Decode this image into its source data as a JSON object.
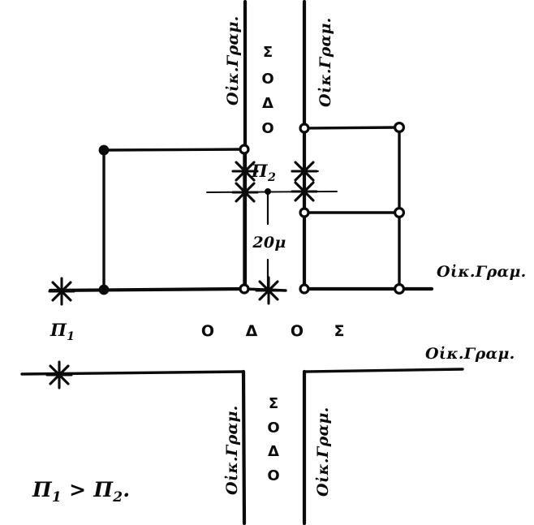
{
  "document": {
    "type": "hand-drawn surveying sketch",
    "language": "Greek",
    "background_color": "#ffffff",
    "ink_color": "#0b0b0b"
  },
  "labels": {
    "building_line": "Οἰκ.Γραμ.",
    "street_vertical_top": "ΟΔΟΣ",
    "street_vertical_bottom": "ΟΔΟΣ",
    "dimension_20m": "20μ",
    "point_pi1": "Π",
    "point_pi1_sub": "1",
    "point_pi2": "Π",
    "point_pi2_sub": "2",
    "formula_left": "Π",
    "formula_left_sub": "1",
    "formula_operator": ">",
    "formula_right": "Π",
    "formula_right_sub": "2",
    "formula_period": "."
  },
  "street_horizontal_letters": [
    "Ο",
    "Δ",
    "Ο",
    "Σ"
  ],
  "street_vertical_letters_top": [
    "Σ",
    "Ο",
    "Δ",
    "Ο"
  ],
  "street_vertical_letters_bottom": [
    "Σ",
    "Ο",
    "Δ",
    "Ο"
  ],
  "building_line_labels": [
    {
      "id": "top-left-vertical",
      "text": "Οἰκ.Γραμ.",
      "orientation": "vertical"
    },
    {
      "id": "top-right-vertical",
      "text": "Οἰκ.Γραμ.",
      "orientation": "vertical"
    },
    {
      "id": "middle-right-horizontal",
      "text": "Οἰκ.Γραμ.",
      "orientation": "horizontal"
    },
    {
      "id": "lower-right-horizontal",
      "text": "Οἰκ.Γραμ.",
      "orientation": "horizontal"
    },
    {
      "id": "bottom-left-vertical",
      "text": "Οἰκ.Γραμ.",
      "orientation": "vertical"
    },
    {
      "id": "bottom-right-vertical",
      "text": "Οἰκ.Γραμ.",
      "orientation": "vertical"
    }
  ],
  "markers": {
    "asterisk_count": 7,
    "description": "star/asterisk survey markers"
  }
}
